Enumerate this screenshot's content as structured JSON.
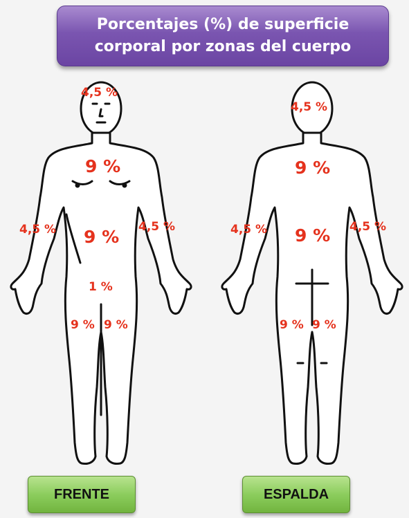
{
  "title": {
    "line1": "Porcentajes (%) de superficie",
    "line2": "corporal por zonas del cuerpo"
  },
  "front": {
    "head": "4,5 %",
    "chest": "9 %",
    "abdomen": "9 %",
    "arm_right": "4,5 %",
    "arm_left": "4,5 %",
    "genitals": "1 %",
    "leg_right": "9 %",
    "leg_left": "9 %"
  },
  "back": {
    "head": "4,5 %",
    "upper_back": "9 %",
    "lower_back": "9 %",
    "arm_left": "4,5 %",
    "arm_right": "4,5 %",
    "leg_left": "9 %",
    "leg_right": "9 %"
  },
  "buttons": {
    "front": "FRENTE",
    "back": "ESPALDA"
  },
  "colors": {
    "title_bg": "#7a55b0",
    "label": "#e5321d",
    "button_bg": "#8ccd5d"
  }
}
